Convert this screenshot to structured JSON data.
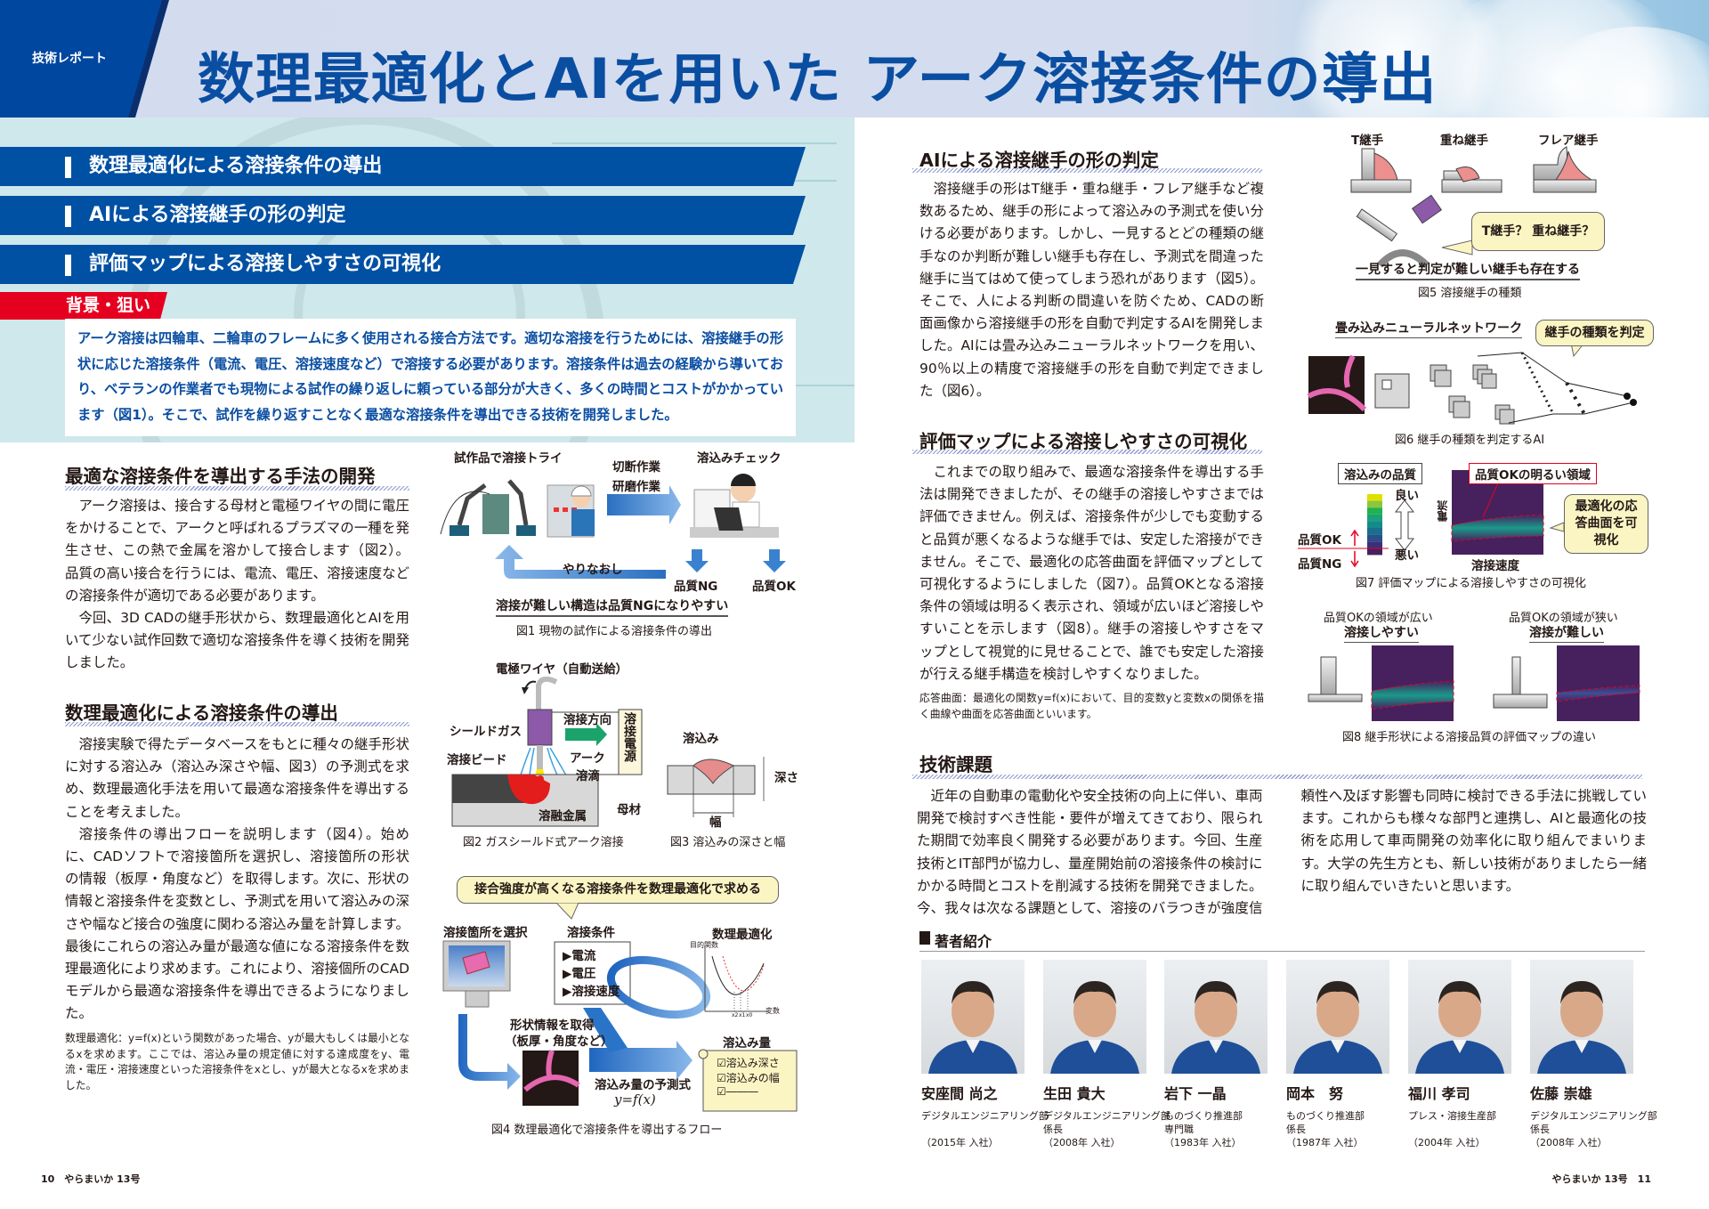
{
  "header": {
    "section_tag": "技術レポート",
    "title": "数理最適化とAIを用いた アーク溶接条件の導出"
  },
  "hero": {
    "topics": [
      "数理最適化による溶接条件の導出",
      "AIによる溶接継手の形の判定",
      "評価マップによる溶接しやすさの可視化"
    ],
    "background_label": "背景・狙い",
    "background_text": "アーク溶接は四輪車、二輪車のフレームに多く使用される接合方法です。適切な溶接を行うためには、溶接継手の形状に応じた溶接条件（電流、電圧、溶接速度など）で溶接する必要があります。溶接条件は過去の経験から導いており、ベテランの作業者でも現物による試作の繰り返しに頼っている部分が大きく、多くの時間とコストがかかっています（図1）。そこで、試作を繰り返すことなく最適な溶接条件を導出できる技術を開発しました。"
  },
  "left_page": {
    "section1": {
      "heading": "最適な溶接条件を導出する手法の開発",
      "paragraphs": [
        "アーク溶接は、接合する母材と電極ワイヤの間に電圧をかけることで、アークと呼ばれるプラズマの一種を発生させ、この熱で金属を溶かして接合します（図2）。品質の高い接合を行うには、電流、電圧、溶接速度などの溶接条件が適切である必要があります。",
        "今回、3D CADの継手形状から、数理最適化とAIを用いて少ない試作回数で適切な溶接条件を導く技術を開発しました。"
      ]
    },
    "section2": {
      "heading": "数理最適化による溶接条件の導出",
      "paragraphs": [
        "溶接実験で得たデータベースをもとに種々の継手形状に対する溶込み（溶込み深さや幅、図3）の予測式を求め、数理最適化手法を用いて最適な溶接条件を導出することを考えました。",
        "溶接条件の導出フローを説明します（図4）。始めに、CADソフトで溶接箇所を選択し、溶接箇所の形状の情報（板厚・角度など）を取得します。次に、形状の情報と溶接条件を変数とし、予測式を用いて溶込みの深さや幅など接合の強度に関わる溶込み量を計算します。最後にこれらの溶込み量が最適な値になる溶接条件を数理最適化により求めます。これにより、溶接個所のCADモデルから最適な溶接条件を導出できるようになりました。"
      ],
      "footnote": "数理最適化：y=f(x)という関数があった場合、yが最大もしくは最小となるxを求めます。ここでは、溶込み量の規定値に対する達成度をy、電流・電圧・溶接速度といった溶接条件をxとし、yが最大となるxを求めました。"
    }
  },
  "figures": {
    "fig1": {
      "trial": "試作品で溶接トライ",
      "work1": "切断作業",
      "work2": "研磨作業",
      "check": "溶込みチェック",
      "redo": "やりなおし",
      "ng": "品質NG",
      "ok": "品質OK",
      "note": "溶接が難しい構造は品質NGになりやすい",
      "caption": "図1 現物の試作による溶接条件の導出"
    },
    "fig2": {
      "wire": "電極ワイヤ（自動送給）",
      "shield_gas": "シールドガス",
      "bead": "溶接ビード",
      "direction": "溶接方向",
      "power": "溶接電源",
      "arc": "アーク",
      "droplet": "溶滴",
      "molten": "溶融金属",
      "base": "母材",
      "caption": "図2 ガスシールド式アーク溶接"
    },
    "fig3": {
      "penetration": "溶込み",
      "depth": "深さ",
      "width": "幅",
      "caption": "図3 溶込みの深さと幅"
    },
    "fig4": {
      "callout": "接合強度が高くなる溶接条件を数理最適化で求める",
      "select": "溶接箇所を選択",
      "conditions_title": "溶接条件",
      "conditions": [
        "▶電流",
        "▶電圧",
        "▶溶接速度"
      ],
      "optimization": "数理最適化",
      "objective": "目的関数",
      "variable": "変数",
      "x_ticks": [
        "x2",
        "x1",
        "x0"
      ],
      "shape_info1": "形状情報を取得",
      "shape_info2": "（板厚・角度など）",
      "formula_title": "溶込み量の予測式",
      "formula": "y=f(x)",
      "amount_title": "溶込み量",
      "checklist": [
        "☑溶込み深さ",
        "☑溶込みの幅",
        "☑―――"
      ],
      "caption": "図4 数理最適化で溶接条件を導出するフロー"
    },
    "fig5": {
      "joints": [
        "T継手",
        "重ね継手",
        "フレア継手"
      ],
      "question": "T継手？ 重ね継手？",
      "note": "一見すると判定が難しい継手も存在する",
      "caption": "図5 溶接継手の種類"
    },
    "fig6": {
      "network": "畳み込みニューラルネットワーク",
      "callout": "継手の種類を判定",
      "caption": "図6 継手の種類を判定するAI"
    },
    "fig7": {
      "quality_title": "溶込みの品質",
      "good": "良い",
      "bad": "悪い",
      "ok": "品質OK",
      "ng": "品質NG",
      "bright_region": "品質OKの明るい領域",
      "y_axis": "電流",
      "x_axis": "溶接速度",
      "callout": "最適化の応答曲面を可視化",
      "caption": "図7 評価マップによる溶接しやすさの可視化",
      "colors": [
        "#e0e000",
        "#8cc63f",
        "#22b14c",
        "#1aa07a",
        "#158a8a",
        "#1b6e8c",
        "#2a4f8a",
        "#3b2f7a",
        "#46215e"
      ]
    },
    "fig8": {
      "wide_label": "品質OKの領域が広い",
      "wide_verdict": "溶接しやすい",
      "narrow_label": "品質OKの領域が狭い",
      "narrow_verdict": "溶接が難しい",
      "caption": "図8 継手形状による溶接品質の評価マップの違い"
    }
  },
  "right_page": {
    "ai_section": {
      "heading": "AIによる溶接継手の形の判定",
      "paragraph": "溶接継手の形はT継手・重ね継手・フレア継手など複数あるため、継手の形によって溶込みの予測式を使い分ける必要があります。しかし、一見するとどの種類の継手なのか判断が難しい継手も存在し、予測式を間違った継手に当てはめて使ってしまう恐れがあります（図5）。そこで、人による判断の間違いを防ぐため、CADの断面画像から溶接継手の形を自動で判定するAIを開発しました。AIには畳み込みニューラルネットワークを用い、90％以上の精度で溶接継手の形を自動で判定できました（図6）。"
    },
    "map_section": {
      "heading": "評価マップによる溶接しやすさの可視化",
      "paragraph": "これまでの取り組みで、最適な溶接条件を導出する手法は開発できましたが、その継手の溶接しやすさまでは評価できません。例えば、溶接条件が少しでも変動すると品質が悪くなるような継手では、安定した溶接ができません。そこで、最適化の応答曲面を評価マップとして可視化するようにしました（図7）。品質OKとなる溶接条件の領域は明るく表示され、領域が広いほど溶接しやすいことを示します（図8）。継手の溶接しやすさをマップとして視覚的に見せることで、誰でも安定した溶接が行える継手構造を検討しやすくなりました。",
      "footnote": "応答曲面：最適化の関数y=f(x)において、目的変数yと変数xの関係を描く曲線や曲面を応答曲面といいます。"
    },
    "tech_section": {
      "heading": "技術課題",
      "paragraph": "近年の自動車の電動化や安全技術の向上に伴い、車両開発で検討すべき性能・要件が増えてきており、限られた期間で効率良く開発する必要があります。今回、生産技術とIT部門が協力し、量産開始前の溶接条件の検討にかかる時間とコストを削減する技術を開発できました。今、我々は次なる課題として、溶接のバラつきが強度信頼性へ及ぼす影響も同時に検討できる手法に挑戦しています。これからも様々な部門と連携し、AIと最適化の技術を応用して車両開発の効率化に取り組んでまいります。大学の先生方とも、新しい技術がありましたら一緒に取り組んでいきたいと思います。"
    }
  },
  "authors": {
    "heading": "著者紹介",
    "people": [
      {
        "name": "安座間 尚之",
        "dept": "デジタルエンジニアリング部",
        "title": "",
        "joined": "（2015年 入社）"
      },
      {
        "name": "生田 貴大",
        "dept": "デジタルエンジニアリング部",
        "title": "係長",
        "joined": "（2008年 入社）"
      },
      {
        "name": "岩下 一晶",
        "dept": "ものづくり推進部",
        "title": "専門職",
        "joined": "（1983年 入社）"
      },
      {
        "name": "岡本　努",
        "dept": "ものづくり推進部",
        "title": "係長",
        "joined": "（1987年 入社）"
      },
      {
        "name": "福川 孝司",
        "dept": "プレス・溶接生産部",
        "title": "",
        "joined": "（2004年 入社）"
      },
      {
        "name": "佐藤 崇雄",
        "dept": "デジタルエンジニアリング部",
        "title": "係長",
        "joined": "（2008年 入社）"
      }
    ]
  },
  "footer": {
    "left": "10　やらまいか 13号",
    "right": "やらまいか 13号　11"
  },
  "colors": {
    "brand_blue": "#0050a3",
    "accent_red": "#e60020",
    "map_purple": "#46215e"
  }
}
